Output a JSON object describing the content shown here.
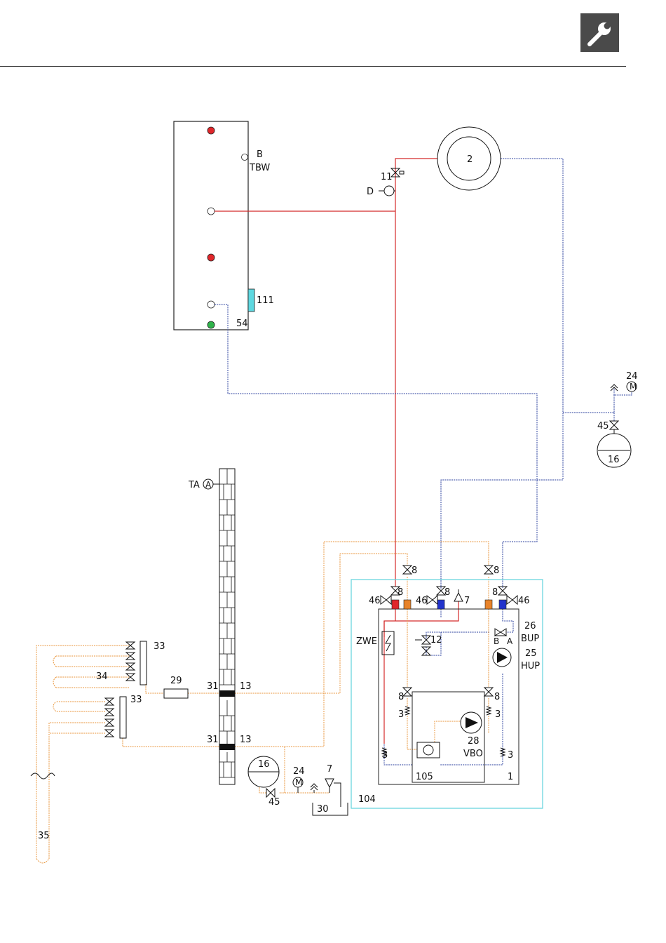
{
  "colors": {
    "hot_pipe": "#d42a2a",
    "cold_pipe": "#2a3f9e",
    "brine_pipe": "#e8963c",
    "boundary": "#5fd3dc",
    "sensor_blue": "#5ed8e0",
    "header_badge": "#4a4a4a"
  },
  "header": {
    "badge_icon": "wrench-icon"
  },
  "labels": {
    "b": "B",
    "tbw": "TBW",
    "l111": "111",
    "l54": "54",
    "l2": "2",
    "l11": "11",
    "d": "D",
    "l24a": "24",
    "l45a": "45",
    "l16a": "16",
    "ta": "TA",
    "ta_sym": "A",
    "m_sym": "M",
    "l33a": "33",
    "l34": "34",
    "l33b": "33",
    "l29": "29",
    "l31a": "31",
    "l13a": "13",
    "l31b": "31",
    "l13b": "13",
    "l35": "35",
    "l16b": "16",
    "l45b": "45",
    "l24b": "24",
    "l7b": "7",
    "l30": "30",
    "l104": "104",
    "l8a": "8",
    "l8b": "8",
    "l8c": "8",
    "l8d": "8",
    "l8e": "8",
    "l46a": "46",
    "l46b": "46",
    "l46c": "46",
    "l7a": "7",
    "l26": "26",
    "bup": "BUP",
    "l25": "25",
    "hup": "HUP",
    "zwe": "ZWE",
    "l12": "12",
    "port_b": "B",
    "port_a": "A",
    "l8f": "8",
    "l8g": "8",
    "l3a": "3",
    "l3b": "3",
    "l3c": "3",
    "l3d": "3",
    "l28": "28",
    "vbo": "VBO",
    "l105": "105",
    "l1": "1"
  }
}
